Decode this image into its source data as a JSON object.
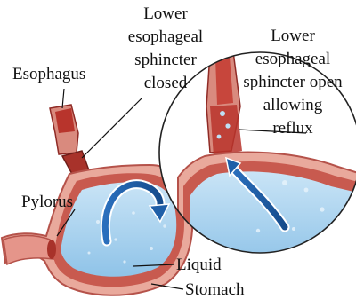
{
  "labels": {
    "esophagus": "Esophagus",
    "sphincter_closed": [
      "Lower",
      "esophageal",
      "sphincter",
      "closed"
    ],
    "sphincter_open": [
      "Lower",
      "esophageal",
      "sphincter open",
      "allowing",
      "reflux"
    ],
    "pylorus": "Pylorus",
    "liquid": "Liquid",
    "stomach": "Stomach"
  },
  "colors": {
    "muscle": "#c1413a",
    "muscle_dark": "#8f2a25",
    "wall": "#e9a99c",
    "liquid": "#a9d3ef",
    "liquid_dark": "#7fb7e0",
    "arrow_blue": "#1f5fa8",
    "lens_outline": "#222222"
  }
}
